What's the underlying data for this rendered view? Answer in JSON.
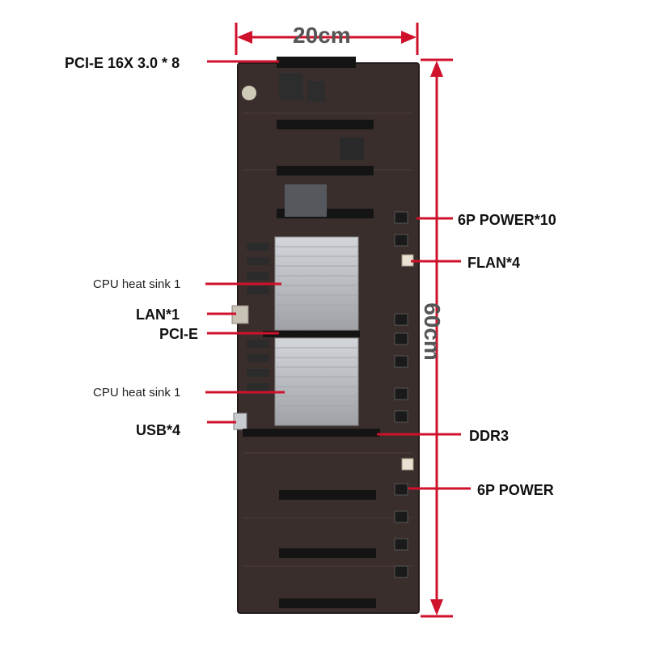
{
  "dimensions": {
    "width_label": "20cm",
    "height_label": "60cm"
  },
  "labels": {
    "pcie_16x": "PCI-E 16X 3.0 * 8",
    "cpu_heat_sink_top": "CPU heat sink 1",
    "lan": "LAN*1",
    "pcie": "PCI-E",
    "cpu_heat_sink_bottom": "CPU heat sink 1",
    "usb": "USB*4",
    "power_6p_10": "6P POWER*10",
    "flan": "FLAN*4",
    "ddr3": "DDR3",
    "power_6p": "6P POWER"
  },
  "colors": {
    "annotation_red": "#d0112b",
    "board": "#3a2e2c",
    "slot": "#111111",
    "heatsink": "#b9bcc0"
  }
}
